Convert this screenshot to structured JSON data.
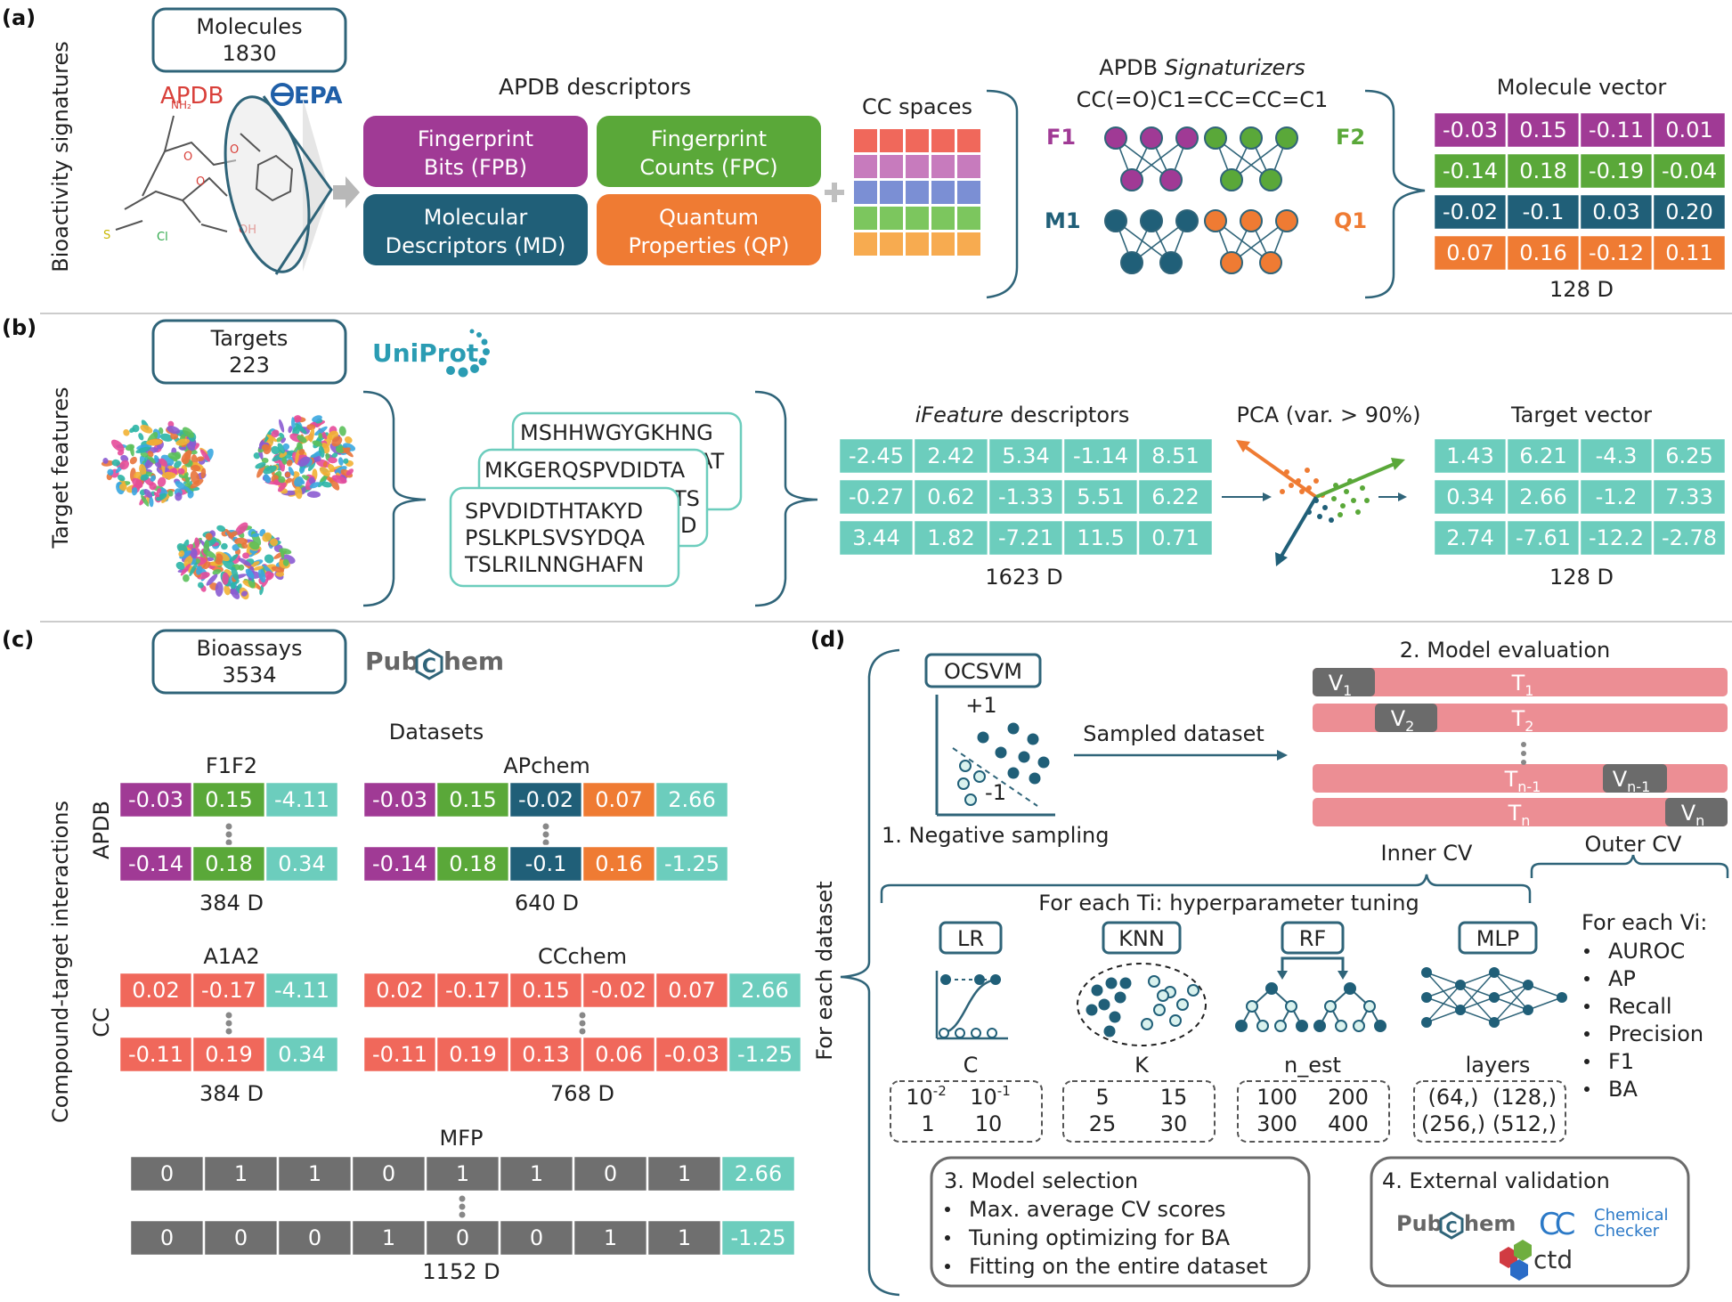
{
  "colors": {
    "purple": "#a03a95",
    "green": "#5aa839",
    "navy": "#205f78",
    "orange": "#ef7b33",
    "teal": "#6ccdbd",
    "salmon": "#f0685b",
    "gray": "#6f6f6f",
    "pink": "#ec8e94",
    "darkgray": "#6b6b6b",
    "boxline": "#2f6479"
  },
  "panel_a": {
    "label": "(a)",
    "side_title": "Bioactivity signatures",
    "molecules_box": {
      "line1": "Molecules",
      "line2": "1830"
    },
    "apdb_logo": "APDB",
    "epa_logo": "EPA",
    "descriptors_title": "APDB descriptors",
    "fpb": {
      "line1": "Fingerprint",
      "line2": "Bits (FPB)"
    },
    "fpc": {
      "line1": "Fingerprint",
      "line2": "Counts (FPC)"
    },
    "md": {
      "line1": "Molecular",
      "line2": "Descriptors (MD)"
    },
    "qp": {
      "line1": "Quantum",
      "line2": "Properties (QP)"
    },
    "cc_title": "CC spaces",
    "signaturizers_prefix": "APDB ",
    "signaturizers_italic": "Signaturizers",
    "smiles": "CC(=O)C1=CC=CC=C1",
    "net_labels": {
      "f1": "F1",
      "f2": "F2",
      "m1": "M1",
      "q1": "Q1"
    },
    "vector_title": "Molecule vector",
    "vector_rows": [
      [
        "-0.03",
        "0.15",
        "-0.11",
        "0.01"
      ],
      [
        "-0.14",
        "0.18",
        "-0.19",
        "-0.04"
      ],
      [
        "-0.02",
        "-0.1",
        "0.03",
        "0.20"
      ],
      [
        "0.07",
        "0.16",
        "-0.12",
        "0.11"
      ]
    ],
    "vector_dim": "128 D"
  },
  "panel_b": {
    "label": "(b)",
    "side_title": "Target features",
    "targets_box": {
      "line1": "Targets",
      "line2": "223"
    },
    "uniprot_logo": "UniProt",
    "seq_card_back": {
      "line1": "MSHHWGYGKHNG",
      "line2": "AT"
    },
    "seq_card_mid": {
      "line1": "MKGERQSPVDIDTA",
      "line2": "TS",
      "line3": "D"
    },
    "seq_card_front": [
      "SPVDIDTHTAKYD",
      "PSLKPLSVSYDQA",
      "TSLRILNNGHAFN"
    ],
    "ifeature_italic": "iFeature",
    "ifeature_suffix": " descriptors",
    "ifeature_rows": [
      [
        "-2.45",
        "2.42",
        "5.34",
        "-1.14",
        "8.51"
      ],
      [
        "-0.27",
        "0.62",
        "-1.33",
        "5.51",
        "6.22"
      ],
      [
        "3.44",
        "1.82",
        "-7.21",
        "11.5",
        "0.71"
      ]
    ],
    "ifeature_dim": "1623 D",
    "pca_title": "PCA (var. > 90%)",
    "target_vector_title": "Target vector",
    "target_vector_rows": [
      [
        "1.43",
        "6.21",
        "-4.3",
        "6.25"
      ],
      [
        "0.34",
        "2.66",
        "-1.2",
        "7.33"
      ],
      [
        "2.74",
        "-7.61",
        "-12.2",
        "-2.78"
      ]
    ],
    "target_vector_dim": "128 D"
  },
  "panel_c": {
    "label": "(c)",
    "side_title": "Compound-target interactions",
    "bioassays_box": {
      "line1": "Bioassays",
      "line2": "3534"
    },
    "pubchem_logo": {
      "left": "Pub",
      "mid": "C",
      "right": "hem"
    },
    "datasets_title": "Datasets",
    "apdb_row_label": "APDB",
    "cc_row_label": "CC",
    "f1f2": {
      "title": "F1F2",
      "top": [
        "-0.03",
        "0.15",
        "-4.11"
      ],
      "bottom": [
        "-0.14",
        "0.18",
        "0.34"
      ],
      "dim": "384 D"
    },
    "apchem": {
      "title": "APchem",
      "top": [
        "-0.03",
        "0.15",
        "-0.02",
        "0.07",
        "2.66"
      ],
      "bottom": [
        "-0.14",
        "0.18",
        "-0.1",
        "0.16",
        "-1.25"
      ],
      "dim": "640 D"
    },
    "a1a2": {
      "title": "A1A2",
      "top": [
        "0.02",
        "-0.17",
        "-4.11"
      ],
      "bottom": [
        "-0.11",
        "0.19",
        "0.34"
      ],
      "dim": "384 D"
    },
    "ccchem": {
      "title": "CCchem",
      "top": [
        "0.02",
        "-0.17",
        "0.15",
        "-0.02",
        "0.07",
        "2.66"
      ],
      "bottom": [
        "-0.11",
        "0.19",
        "0.13",
        "0.06",
        "-0.03",
        "-1.25"
      ],
      "dim": "768 D"
    },
    "mfp": {
      "title": "MFP",
      "top": [
        "0",
        "1",
        "1",
        "0",
        "1",
        "1",
        "0",
        "1",
        "2.66"
      ],
      "bottom": [
        "0",
        "0",
        "0",
        "1",
        "0",
        "0",
        "1",
        "1",
        "-1.25"
      ],
      "dim": "1152 D"
    }
  },
  "panel_d": {
    "label": "(d)",
    "side_title": "For each dataset",
    "ocsvm": "OCSVM",
    "plus_one": "+1",
    "minus_one": "-1",
    "sampled_dataset": "Sampled dataset",
    "negative_sampling": "1. Negative sampling",
    "model_eval_title": "2. Model evaluation",
    "folds": [
      {
        "v": "V",
        "vsub": "1",
        "t": "T",
        "tsub": "1"
      },
      {
        "v": "V",
        "vsub": "2",
        "t": "T",
        "tsub": "2"
      },
      {
        "v": "V",
        "vsub": "n-1",
        "t": "T",
        "tsub": "n-1"
      },
      {
        "v": "V",
        "vsub": "n",
        "t": "T",
        "tsub": "n"
      }
    ],
    "inner_cv": "Inner CV",
    "outer_cv": "Outer CV",
    "tuning_title": "For each Ti: hyperparameter tuning",
    "models": [
      {
        "name": "LR",
        "param": "C"
      },
      {
        "name": "KNN",
        "param": "K"
      },
      {
        "name": "RF",
        "param": "n_est"
      },
      {
        "name": "MLP",
        "param": "layers"
      }
    ],
    "lr_grid": {
      "a_base": "10",
      "a_exp": "-2",
      "b_base": "10",
      "b_exp": "-1",
      "c": "1",
      "d": "10"
    },
    "knn_grid": [
      "5",
      "15",
      "25",
      "30"
    ],
    "rf_grid": [
      "100",
      "200",
      "300",
      "400"
    ],
    "mlp_grid": [
      "(64,)",
      "(128,)",
      "(256,)",
      "(512,)"
    ],
    "vi_title": "For each Vi:",
    "metrics": [
      "AUROC",
      "AP",
      "Recall",
      "Precision",
      "F1",
      "BA"
    ],
    "selection_title": "3. Model selection",
    "selection_items": [
      "Max. average CV scores",
      "Tuning optimizing for BA",
      "Fitting on the entire dataset"
    ],
    "external_title": "4. External validation",
    "chemical_checker": {
      "line1": "Chemical",
      "line2": "Checker",
      "logo_letters": "CC"
    },
    "ctd": "ctd"
  }
}
